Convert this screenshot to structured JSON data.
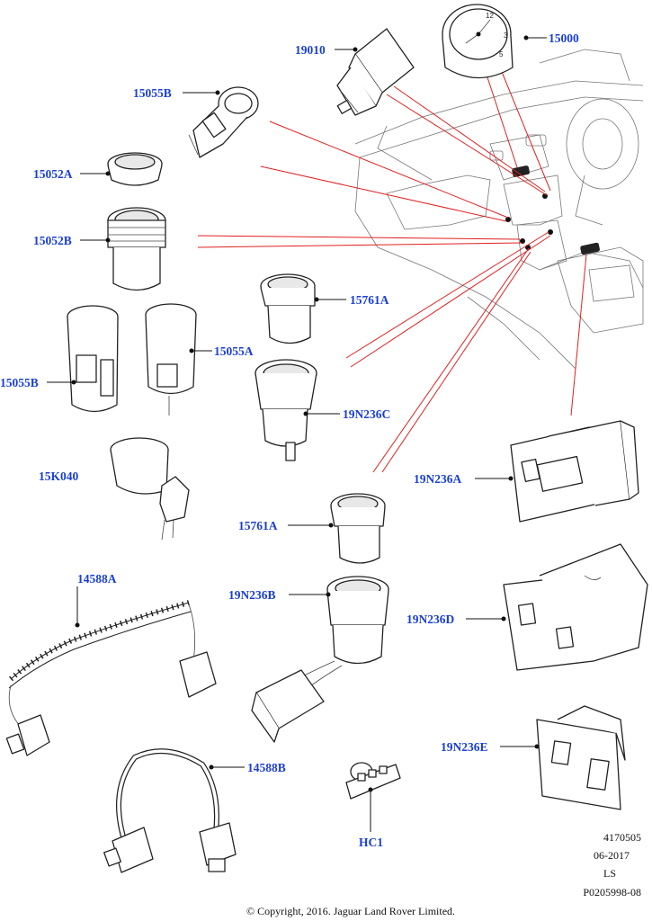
{
  "labels": {
    "l19010": "19010",
    "l15000": "15000",
    "l15055B_top": "15055B",
    "l15052A": "15052A",
    "l15052B": "15052B",
    "l15761A_top": "15761A",
    "l15055A": "15055A",
    "l15055B_mid": "15055B",
    "l19N236C": "19N236C",
    "l15K040": "15K040",
    "l19N236A": "19N236A",
    "l15761A_mid": "15761A",
    "l14588A": "14588A",
    "l19N236B": "19N236B",
    "l19N236D": "19N236D",
    "l19N236E": "19N236E",
    "l14588B": "14588B",
    "lHC1": "HC1"
  },
  "reference": {
    "number": "4170505",
    "date": "06-2017",
    "code": "LS",
    "part": "P0205998-08"
  },
  "copyright": "© Copyright, 2016. Jaguar Land Rover Limited.",
  "colors": {
    "label": "#1a3fd6",
    "pointer": "#e02020",
    "outline": "#222222"
  }
}
